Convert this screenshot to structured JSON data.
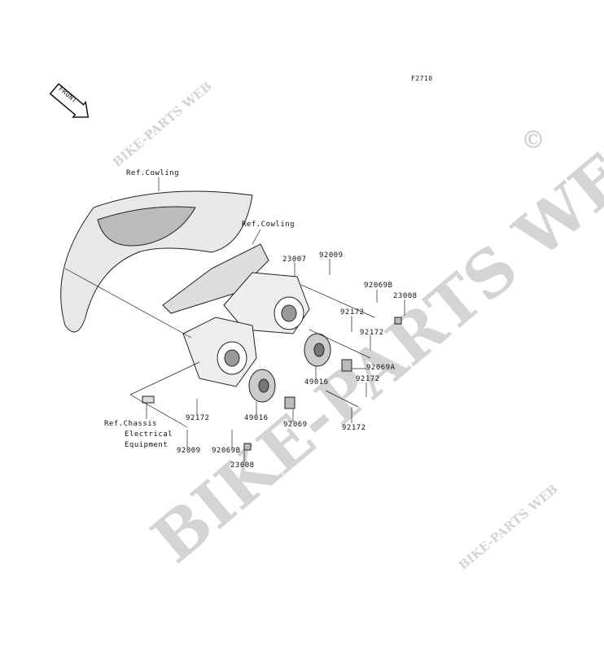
{
  "diagram": {
    "code": "F2710",
    "front_indicator": "FRONT",
    "watermark": "BIKE-PARTS WEB",
    "watermark_copyright": "©",
    "labels": {
      "ref_cowling_1": "Ref.Cowling",
      "ref_cowling_2": "Ref.Cowling",
      "p23007": "23007",
      "p92009_top": "92009",
      "p92069b_top": "92069B",
      "p23008_top": "23008",
      "p92172_a": "92172",
      "p92172_b": "92172",
      "p92069a": "92069A",
      "p92172_c": "92172",
      "p49016_right": "49016",
      "p92172_d": "92172",
      "p92069": "92069",
      "p49016_left": "49016",
      "p92172_e": "92172",
      "ref_chassis_1": "Ref.Chassis",
      "ref_chassis_2": "Electrical",
      "ref_chassis_3": "Equipment",
      "p92009_bottom": "92009",
      "p92069b_bottom": "92069B",
      "p23008_bottom": "23008"
    }
  }
}
